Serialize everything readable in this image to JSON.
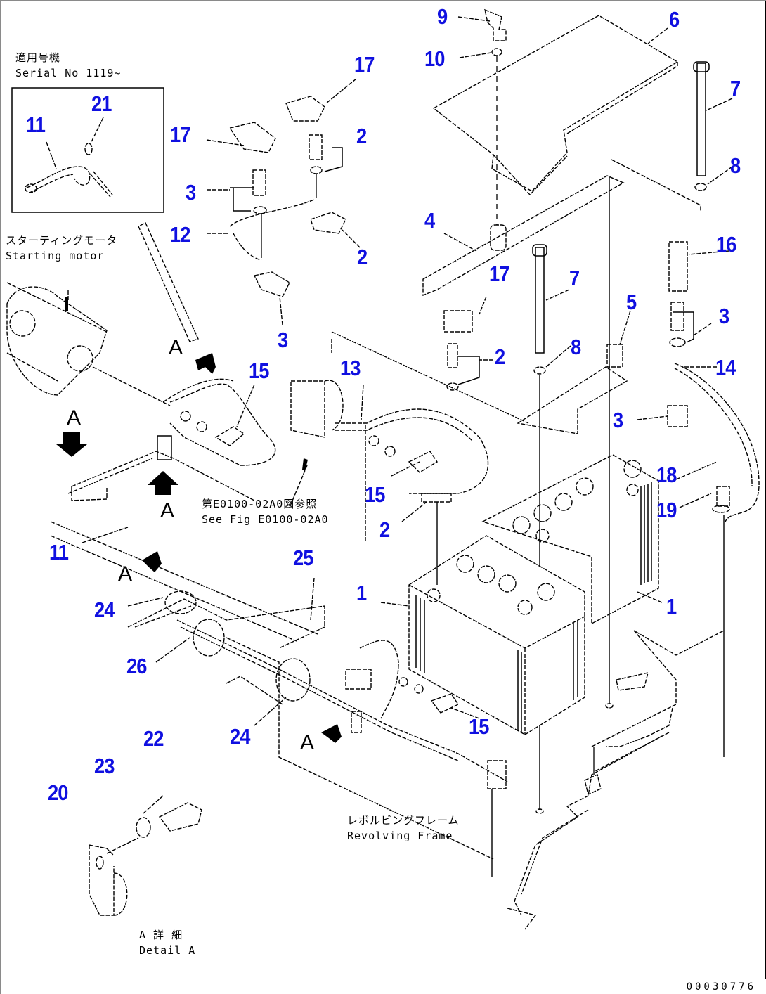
{
  "diagram": {
    "type": "exploded-parts-diagram",
    "subject": "Battery and battery cables",
    "document_number": "00030776"
  },
  "notes": {
    "serial_jp": "適用号機",
    "serial_en": "Serial No 1119~",
    "starting_motor_jp": "スターティングモータ",
    "starting_motor_en": "Starting motor",
    "see_fig_jp": "第E0100-02A0図参照",
    "see_fig_en": "See Fig E0100-02A0",
    "revolving_frame_jp": "レボルビングフレーム",
    "revolving_frame_en": "Revolving Frame",
    "detail_a_jp": "A 詳 細",
    "detail_a_en": "Detail A"
  },
  "view_marker": "A",
  "callouts": [
    {
      "id": "c9",
      "label": "9"
    },
    {
      "id": "c10",
      "label": "10"
    },
    {
      "id": "c6",
      "label": "6"
    },
    {
      "id": "c7a",
      "label": "7"
    },
    {
      "id": "c8a",
      "label": "8"
    },
    {
      "id": "c17a",
      "label": "17"
    },
    {
      "id": "c17b",
      "label": "17"
    },
    {
      "id": "c2a",
      "label": "2"
    },
    {
      "id": "c3a",
      "label": "3"
    },
    {
      "id": "c12",
      "label": "12"
    },
    {
      "id": "c2b",
      "label": "2"
    },
    {
      "id": "c3b",
      "label": "3"
    },
    {
      "id": "c4",
      "label": "4"
    },
    {
      "id": "c17c",
      "label": "17"
    },
    {
      "id": "c7b",
      "label": "7"
    },
    {
      "id": "c16",
      "label": "16"
    },
    {
      "id": "c5",
      "label": "5"
    },
    {
      "id": "c3c",
      "label": "3"
    },
    {
      "id": "c2c",
      "label": "2"
    },
    {
      "id": "c8b",
      "label": "8"
    },
    {
      "id": "c14",
      "label": "14"
    },
    {
      "id": "c3d",
      "label": "3"
    },
    {
      "id": "c21",
      "label": "21"
    },
    {
      "id": "c11a",
      "label": "11"
    },
    {
      "id": "c15a",
      "label": "15"
    },
    {
      "id": "c13",
      "label": "13"
    },
    {
      "id": "c15b",
      "label": "15"
    },
    {
      "id": "c2d",
      "label": "2"
    },
    {
      "id": "c18",
      "label": "18"
    },
    {
      "id": "c19",
      "label": "19"
    },
    {
      "id": "c11b",
      "label": "11"
    },
    {
      "id": "c25",
      "label": "25"
    },
    {
      "id": "c1a",
      "label": "1"
    },
    {
      "id": "c1b",
      "label": "1"
    },
    {
      "id": "c24a",
      "label": "24"
    },
    {
      "id": "c26",
      "label": "26"
    },
    {
      "id": "c24b",
      "label": "24"
    },
    {
      "id": "c15c",
      "label": "15"
    },
    {
      "id": "c22",
      "label": "22"
    },
    {
      "id": "c23",
      "label": "23"
    },
    {
      "id": "c20",
      "label": "20"
    }
  ]
}
